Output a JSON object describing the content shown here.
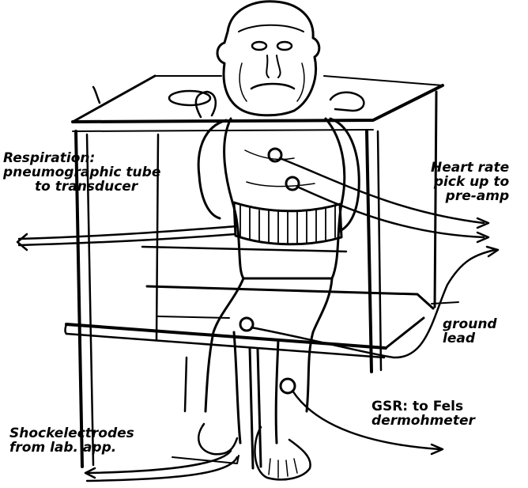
{
  "labels": {
    "respiration": [
      "Respiration:",
      "pneumographic tube",
      "to transducer"
    ],
    "heart_rate": [
      "Heart rate",
      "pick up to",
      "pre-amp"
    ],
    "ground_lead": [
      "ground",
      "lead"
    ],
    "gsr": [
      "GSR: to Fels",
      "dermohmeter"
    ],
    "shock": [
      "Shockelectrodes",
      "from lab. app."
    ]
  },
  "colors": {
    "ink": "#000000",
    "paper": "#ffffff",
    "shade": "#c8c8c8"
  },
  "icons": {
    "subject": "chimpanzee",
    "electrode": "electrode-disc",
    "arrow": "arrowhead"
  }
}
